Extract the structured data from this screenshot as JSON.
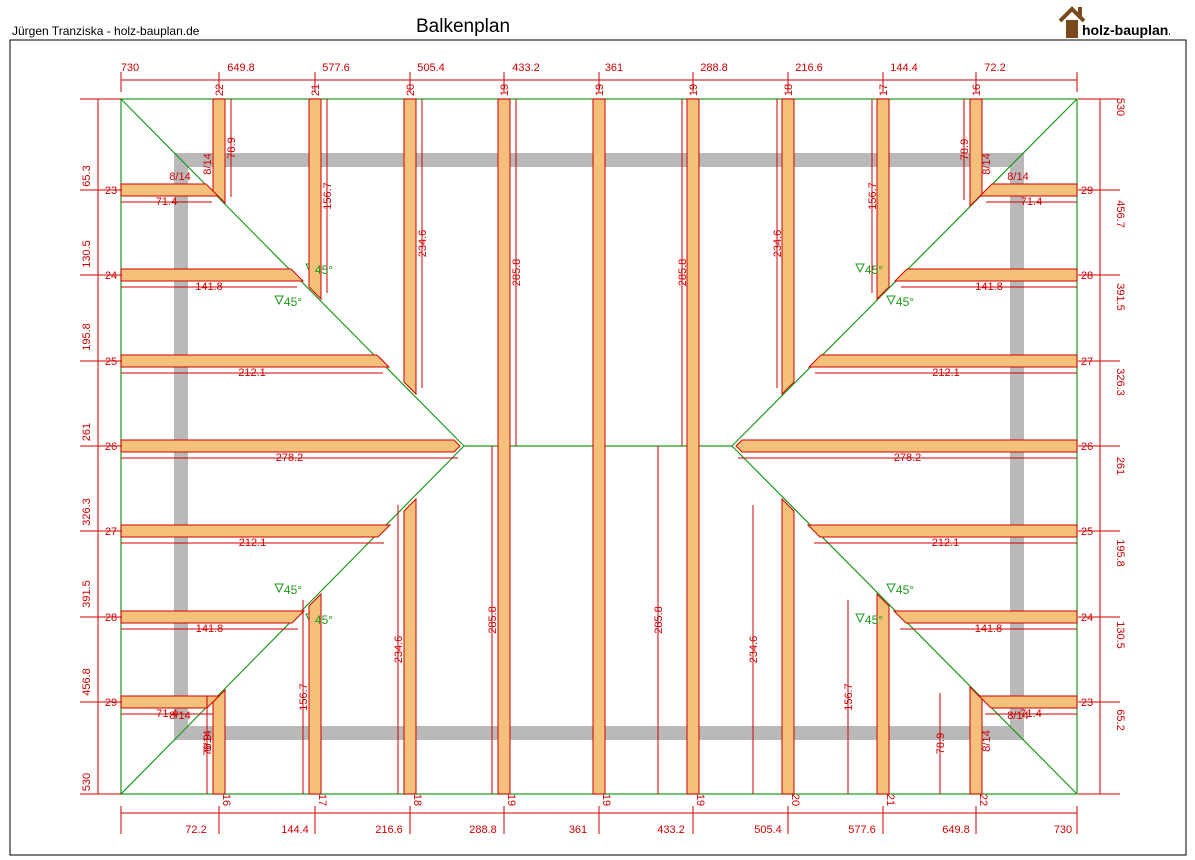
{
  "header": {
    "author": "Jürgen Tranziska - holz-bauplan.de",
    "title": "Balkenplan",
    "logo_text": "holz-bauplan.de"
  },
  "colors": {
    "beam_fill": "#f5c07a",
    "beam_stroke": "#d00000",
    "wall": "#b9b9b9",
    "roof_line": "#1a9a1a",
    "dimension": "#d00000"
  },
  "top_dims": [
    "730",
    "649.8",
    "577.6",
    "505.4",
    "433.2",
    "361",
    "288.8",
    "216.6",
    "144.4",
    "72.2"
  ],
  "bottom_dims": [
    "72.2",
    "144.4",
    "216.6",
    "288.8",
    "361",
    "433.2",
    "505.4",
    "577.6",
    "649.8",
    "730"
  ],
  "left_dims": [
    "65.3",
    "130.5",
    "195.8",
    "261",
    "326.3",
    "391.5",
    "456.8",
    "530"
  ],
  "right_dims": [
    "530",
    "456.7",
    "391.5",
    "326.3",
    "261",
    "195.8",
    "130.5",
    "65.2"
  ],
  "top_rafter_numbers": [
    "22",
    "21",
    "20",
    "19",
    "19",
    "19",
    "18",
    "17",
    "16"
  ],
  "bottom_rafter_numbers": [
    "16",
    "17",
    "18",
    "19",
    "19",
    "19",
    "20",
    "21",
    "22"
  ],
  "left_rafter_numbers": [
    "23",
    "24",
    "25",
    "26",
    "27",
    "28",
    "29"
  ],
  "right_rafter_numbers": [
    "29",
    "28",
    "27",
    "26",
    "25",
    "24",
    "23"
  ],
  "vertical_lengths": {
    "top": [
      "78.9",
      "156.7",
      "234.6",
      "285.8",
      "285.8",
      "234.6",
      "156.7",
      "78.9"
    ],
    "bottom": [
      "78.9",
      "156.7",
      "234.6",
      "285.8",
      "285.8",
      "234.6",
      "156.7",
      "78.9"
    ]
  },
  "horizontal_lengths": {
    "left": [
      "71.4",
      "141.8",
      "212.1",
      "278.2",
      "212.1",
      "141.8",
      "71.4"
    ],
    "right": [
      "71.4",
      "141.8",
      "212.1",
      "278.2",
      "212.1",
      "141.8",
      "71.4"
    ]
  },
  "section_label": "8/14",
  "angle_label": "45°"
}
